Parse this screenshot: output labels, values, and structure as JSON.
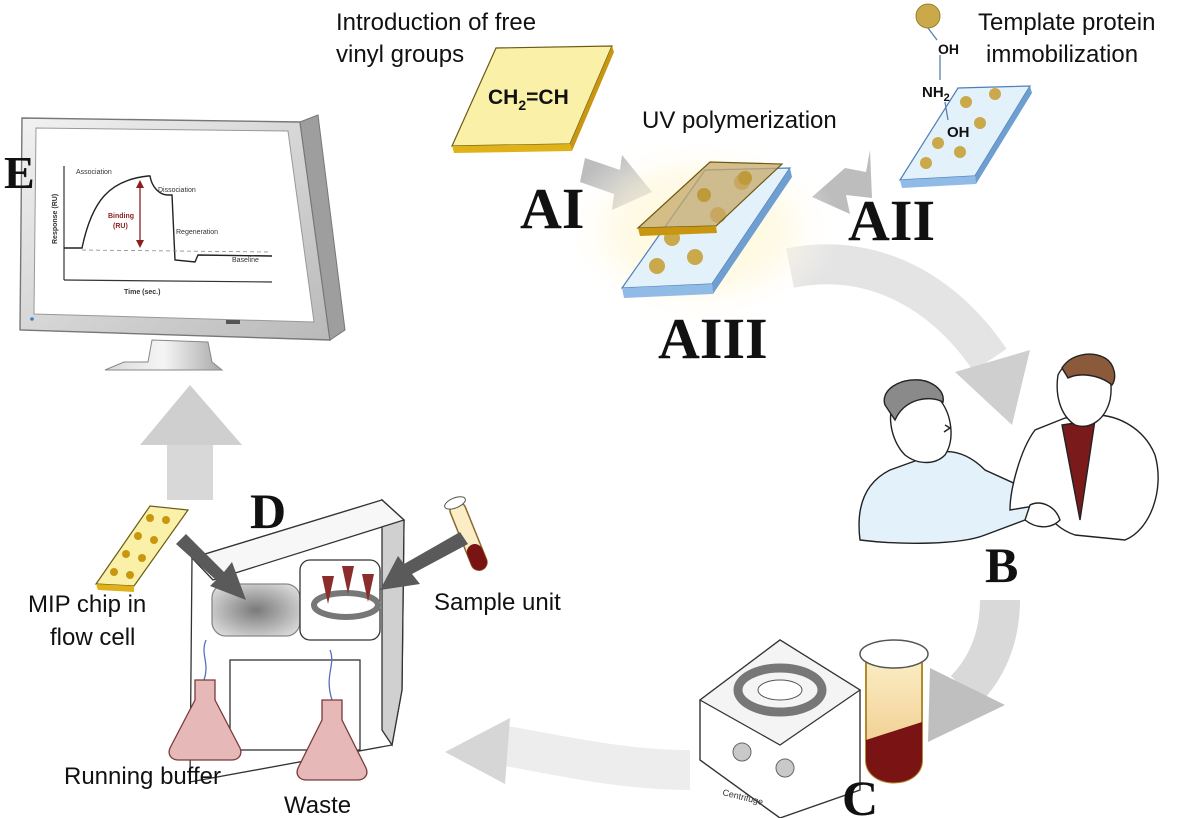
{
  "labels": {
    "AI": "AI",
    "AII": "AII",
    "AIII": "AIII",
    "B": "B",
    "C": "C",
    "D": "D",
    "E": "E"
  },
  "captions": {
    "vinyl_line1": "Introduction of free",
    "vinyl_line2": "vinyl groups",
    "template_line1": "Template protein",
    "template_line2": "immobilization",
    "uv": "UV polymerization",
    "mip_line1": "MIP chip in",
    "mip_line2": "flow cell",
    "sample": "Sample unit",
    "running": "Running buffer",
    "waste": "Waste"
  },
  "chemistry": {
    "vinyl_formula_main": "CH",
    "vinyl_formula_sub": "2",
    "vinyl_formula_rest": "=CH",
    "oh_top": "OH",
    "nh2_main": "NH",
    "nh2_sub": "2",
    "oh_bottom": "OH"
  },
  "sensorgram": {
    "ylabel": "Response (RU)",
    "xlabel": "Time (sec.)",
    "association": "Association",
    "dissociation": "Dissociation",
    "binding_line1": "Binding",
    "binding_line2": "(RU)",
    "regeneration": "Regeneration",
    "baseline": "Baseline"
  },
  "centrifuge_label": "Centrifuge",
  "colors": {
    "arrow_gray": "#c8c8c8",
    "dark_arrow": "#5a5a5a",
    "chip_yellow": "#fbf0a8",
    "chip_edge": "#e0b21a",
    "glass_blue": "#e3f1fb",
    "glass_edge": "#8fbbe6",
    "bead": "#c9a94a",
    "blood": "#7a1414",
    "flask": "#e7b8b8"
  }
}
